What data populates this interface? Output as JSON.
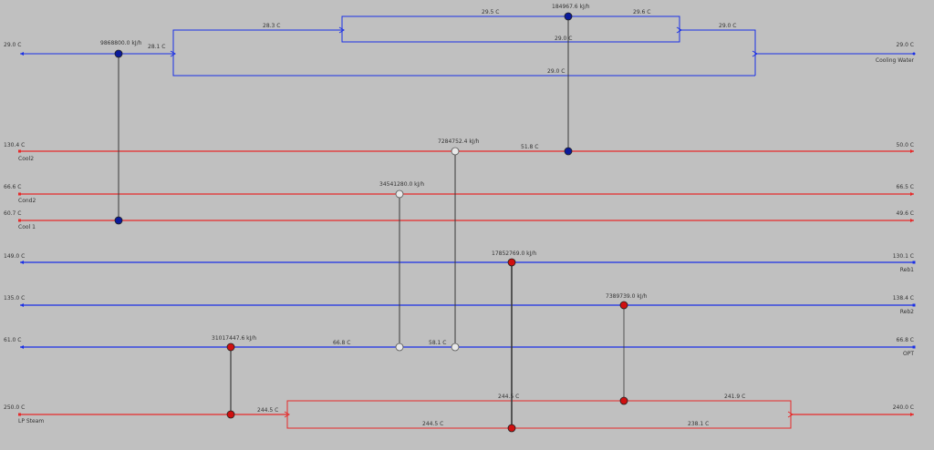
{
  "colors": {
    "cold": "#1a2fe6",
    "hot": "#e62a2a",
    "cooler_node": "#0a1a9a",
    "heater_node": "#d01010",
    "exchanger_node": "#e8e8e8",
    "link": "#3a3a3a"
  },
  "streams": [
    {
      "id": "cooling-water",
      "kind": "cold",
      "name": "Cooling Water",
      "t_left": "29.0 C",
      "t_right": "29.0 C"
    },
    {
      "id": "cool2",
      "kind": "hot",
      "name": "Cool2",
      "t_left": "130.4 C",
      "t_right": "50.0 C"
    },
    {
      "id": "cond2",
      "kind": "hot",
      "name": "Cond2",
      "t_left": "66.6 C",
      "t_right": "66.5 C"
    },
    {
      "id": "cool1",
      "kind": "hot",
      "name": "Cool 1",
      "t_left": "60.7 C",
      "t_right": "49.6 C"
    },
    {
      "id": "reb1",
      "kind": "cold",
      "name": "Reb1",
      "t_left": "149.0 C",
      "t_right": "130.1 C"
    },
    {
      "id": "reb2",
      "kind": "cold",
      "name": "Reb2",
      "t_left": "135.0 C",
      "t_right": "138.4 C"
    },
    {
      "id": "opt",
      "kind": "cold",
      "name": "OPT",
      "t_left": "61.0 C",
      "t_right": "66.8 C"
    },
    {
      "id": "lp-steam",
      "kind": "hot",
      "name": "LP Steam",
      "t_left": "250.0 C",
      "t_right": "240.0 C"
    }
  ],
  "exchangers": [
    {
      "id": "hx-cool1",
      "duty": "9868800.0 kJ/h",
      "node_type": "cooler_node"
    },
    {
      "id": "hx-cool2",
      "duty": "184967.6 kJ/h",
      "node_type": "cooler_node"
    },
    {
      "id": "hx-cond2",
      "duty": "34541280.0 kJ/h",
      "node_type": "exchanger_node"
    },
    {
      "id": "hx-cool2-opt",
      "duty": "7284752.4 kJ/h",
      "node_type": "exchanger_node"
    },
    {
      "id": "hx-reb1",
      "duty": "17852769.0 kJ/h",
      "node_type": "heater_node"
    },
    {
      "id": "hx-reb2",
      "duty": "7389739.0 kJ/h",
      "node_type": "heater_node"
    },
    {
      "id": "hx-opt",
      "duty": "31017447.6 kJ/h",
      "node_type": "heater_node"
    }
  ],
  "temperatures": {
    "cw_after_split": "28.1 C",
    "cw_upper_left": "28.3 C",
    "cw_top_left": "29.5 C",
    "cw_top_right": "29.6 C",
    "cw_upper_right": "29.0 C",
    "cw_middle": "29.0 C",
    "cw_lower": "29.0 C",
    "cool2_mid": "51.8 C",
    "opt_mid1": "66.8 C",
    "opt_mid2": "58.1 C",
    "lp_after_split": "244.5 C",
    "lp_upper_mid": "244.5 C",
    "lp_upper_right": "241.9 C",
    "lp_lower_mid": "244.5 C",
    "lp_lower_right": "238.1 C"
  }
}
